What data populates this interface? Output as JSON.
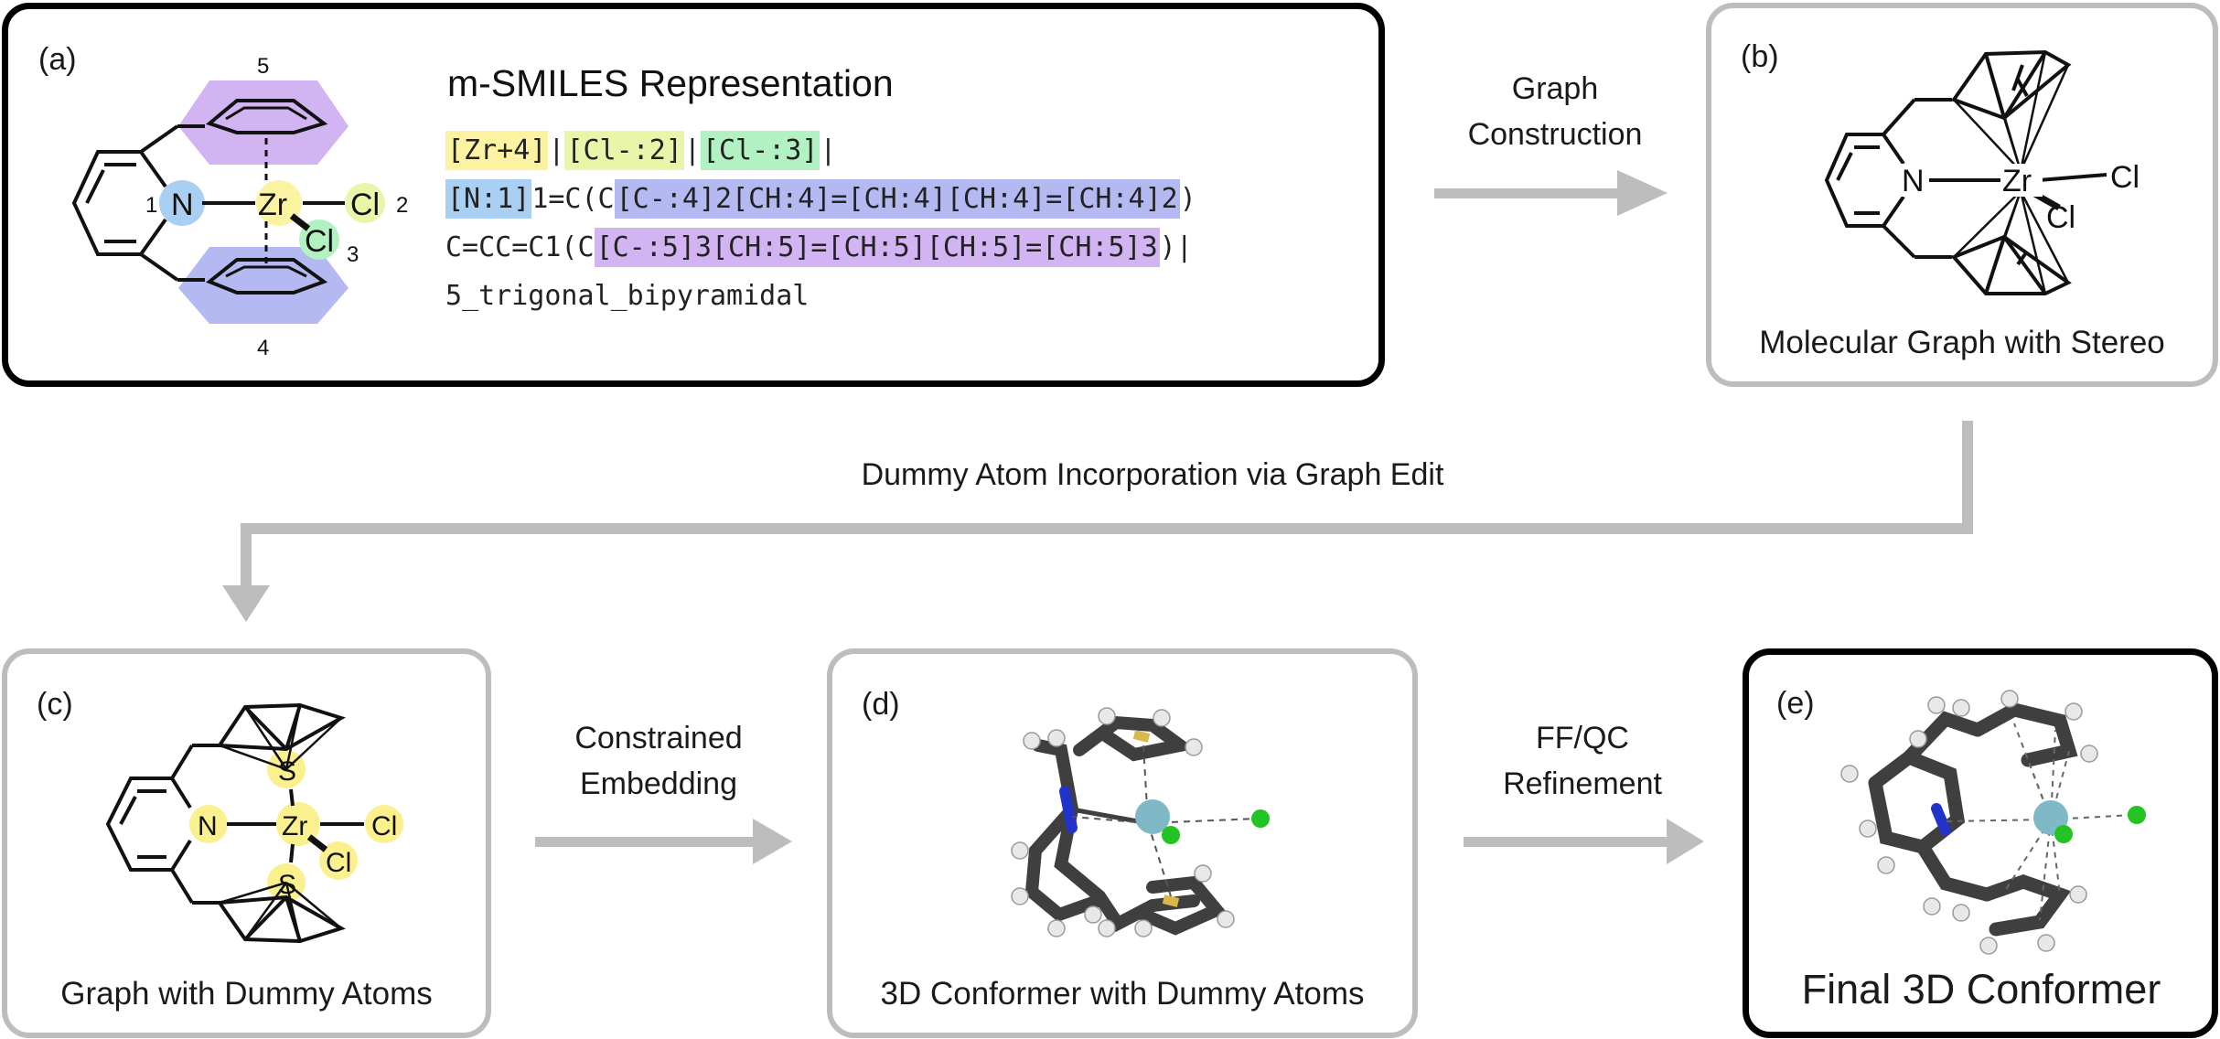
{
  "panels": {
    "a": {
      "label": "(a)",
      "title": "m-SMILES Representation",
      "smiles_lines": [
        [
          {
            "text": "[Zr+4]",
            "hl": "zr"
          },
          {
            "text": "|",
            "hl": ""
          },
          {
            "text": "[Cl-:2]",
            "hl": "cl2"
          },
          {
            "text": "|",
            "hl": ""
          },
          {
            "text": "[Cl-:3]",
            "hl": "cl3"
          },
          {
            "text": "|",
            "hl": ""
          }
        ],
        [
          {
            "text": "[N:1]",
            "hl": "n"
          },
          {
            "text": "1=C(C",
            "hl": ""
          },
          {
            "text": "[C-:4]2[CH:4]=[CH:4][CH:4]=[CH:4]2",
            "hl": "c4"
          },
          {
            "text": ")",
            "hl": ""
          }
        ],
        [
          {
            "text": "C=CC=C1(C",
            "hl": ""
          },
          {
            "text": "[C-:5]3[CH:5]=[CH:5][CH:5]=[CH:5]3",
            "hl": "c5"
          },
          {
            "text": ")|",
            "hl": ""
          }
        ],
        [
          {
            "text": "5_trigonal_bipyramidal",
            "hl": ""
          }
        ]
      ],
      "molecule": {
        "zr": "Zr",
        "n": "N",
        "cl2": "Cl",
        "cl3": "Cl",
        "n_index": "1",
        "cl2_index": "2",
        "cl3_index": "3",
        "cp_top_index": "5",
        "cp_bottom_index": "4"
      }
    },
    "b": {
      "label": "(b)",
      "caption": "Molecular Graph with Stereo",
      "molecule": {
        "n": "N",
        "zr": "Zr",
        "cl_a": "Cl",
        "cl_b": "Cl"
      }
    },
    "c": {
      "label": "(c)",
      "caption": "Graph with Dummy Atoms",
      "molecule": {
        "n": "N",
        "zr": "Zr",
        "s_top": "S",
        "s_bottom": "S",
        "cl_a": "Cl",
        "cl_b": "Cl"
      }
    },
    "d": {
      "label": "(d)",
      "caption": "3D Conformer with Dummy Atoms"
    },
    "e": {
      "label": "(e)",
      "caption": "Final 3D Conformer"
    }
  },
  "arrows": {
    "a_to_b": [
      "Graph",
      "Construction"
    ],
    "b_to_c": "Dummy Atom Incorporation via Graph Edit",
    "c_to_d": [
      "Constrained",
      "Embedding"
    ],
    "d_to_e": [
      "FF/QC",
      "Refinement"
    ]
  },
  "colors": {
    "panel_border_dark": "#000000",
    "panel_border_grey": "#bdbdbd",
    "arrow": "#bdbdbd",
    "zr_highlight": "#fbf3a2",
    "cl2_highlight": "#e9f5a8",
    "cl3_highlight": "#b2f2c2",
    "n_highlight": "#a9cff2",
    "cp4_highlight": "#b4b9f2",
    "cp5_highlight": "#d2b4f2",
    "dummy_atom_highlight": "#fbf08e",
    "zr_3d": "#7fb9c6",
    "cl_3d": "#22c322",
    "n_3d": "#2233cc",
    "carbon_3d": "#3f3f3f",
    "hydrogen_3d": "#e8e8e8"
  }
}
